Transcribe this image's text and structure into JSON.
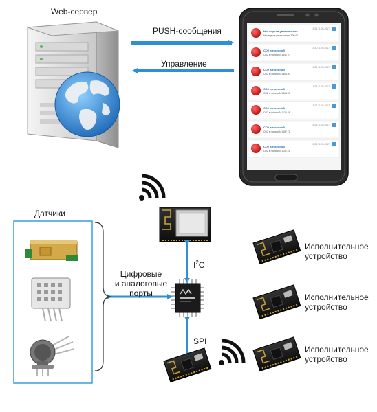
{
  "labels": {
    "web_server": "Web-сервер",
    "push": "PUSH-сообщения",
    "control": "Управление",
    "sensors": "Датчики",
    "ports_line1": "Цифровые",
    "ports_line2": "и аналоговые",
    "ports_line3": "порты",
    "i2c_prefix": "I",
    "i2c_sup": "2",
    "i2c_suffix": "C",
    "spi": "SPI"
  },
  "actuators": [
    {
      "line1": "Исполнительное",
      "line2": "устройство"
    },
    {
      "line1": "Исполнительное",
      "line2": "устройство"
    },
    {
      "line1": "Исполнительное",
      "line2": "устройство"
    }
  ],
  "phone_notifications": [
    {
      "title": "Нет воды в увлажнителе",
      "sub": "Нет воды в увлажнителе 100.00",
      "time": "15:31 11.05.2017"
    },
    {
      "title": "СО2 в гостиной",
      "sub": "СО2 в гостиной: 1641 ln",
      "time": "15:30 11.05.2017"
    },
    {
      "title": "СО2 в гостиной",
      "sub": "СО2 в гостиной: 1364.00",
      "time": "15:29 11.05.2017"
    },
    {
      "title": "СО2 в гостиной",
      "sub": "СО2 в гостиной: 1364.00",
      "time": "15:28 11.05.2017"
    },
    {
      "title": "СО2 в гостиной",
      "sub": "СО2 в гостиной: 1139.18",
      "time": "15:27 11.05.2017"
    },
    {
      "title": "СО2 в гостиной",
      "sub": "СО2 в гостиной: 1087.71",
      "time": "15:26 11.05.2017"
    },
    {
      "title": "СО2 в гостиной",
      "sub": "СО2 в гостиной: 1142.14",
      "time": "15:25 11.05.2017"
    }
  ],
  "colors": {
    "arrow_blue": "#2f8fd3",
    "frame_blue": "#3a9fd8",
    "phone_body": "#2b2b2b",
    "alert_red": "#d92525"
  },
  "icons": [
    "server-icon",
    "globe-icon",
    "smartphone-icon",
    "wifi-icon",
    "wifi-module-icon",
    "microcontroller-chip-icon",
    "radio-module-icon",
    "gas-sensor-icon",
    "humidity-sensor-icon",
    "co-sensor-icon"
  ]
}
